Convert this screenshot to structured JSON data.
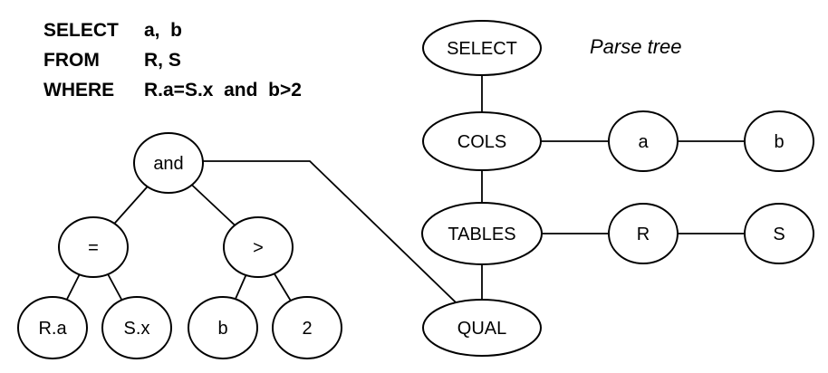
{
  "sql_query": {
    "rows": [
      {
        "keyword": "SELECT",
        "args": "a,  b"
      },
      {
        "keyword": "FROM",
        "args": "R, S"
      },
      {
        "keyword": "WHERE",
        "args": "R.a=S.x  and  b>2"
      }
    ]
  },
  "caption": {
    "text": "Parse tree"
  },
  "expression_tree": {
    "nodes": {
      "and": "and",
      "eq": "=",
      "gt": ">",
      "ra": "R.a",
      "sx": "S.x",
      "b": "b",
      "two": "2"
    }
  },
  "parse_tree": {
    "nodes": {
      "select": "SELECT",
      "cols": "COLS",
      "tables": "TABLES",
      "qual": "QUAL",
      "a": "a",
      "b": "b",
      "r": "R",
      "s": "S"
    }
  },
  "colors": {
    "stroke": "#000000",
    "background": "#ffffff",
    "text": "#000000"
  }
}
